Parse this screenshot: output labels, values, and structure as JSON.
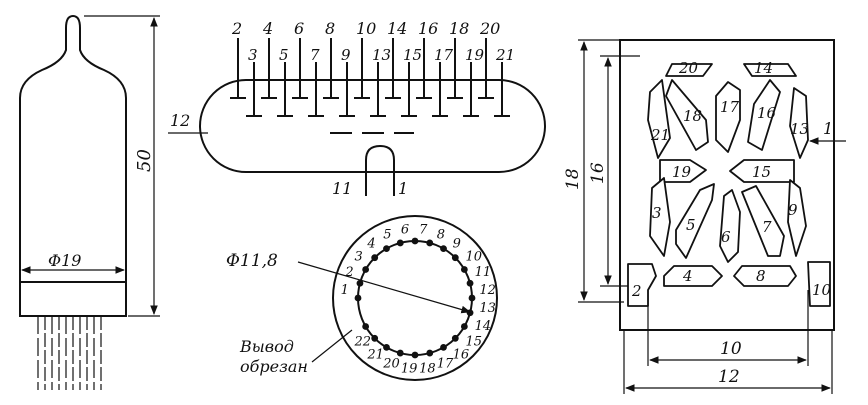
{
  "tube_side": {
    "height_label": "50",
    "diameter_label": "Φ19"
  },
  "tube_top": {
    "upper_pins": [
      "2",
      "4",
      "6",
      "8",
      "10",
      "14",
      "16",
      "18",
      "20"
    ],
    "lower_pins": [
      "3",
      "5",
      "7",
      "9",
      "13",
      "15",
      "17",
      "19",
      "21"
    ],
    "side_pin": "12",
    "bottom_pins": [
      "11",
      "1"
    ]
  },
  "base": {
    "diameter_label": "Φ11,8",
    "note_line1": "Вывод",
    "note_line2": "обрезан",
    "pin_numbers": [
      "1",
      "2",
      "3",
      "4",
      "5",
      "6",
      "7",
      "8",
      "9",
      "10",
      "11",
      "12",
      "13",
      "14",
      "15",
      "16",
      "17",
      "18",
      "19",
      "20",
      "21",
      "22"
    ]
  },
  "display": {
    "dims": {
      "height_outer": "18",
      "height_inner": "16",
      "width_inner": "10",
      "width_outer": "12"
    },
    "right_pin": "1",
    "segments": [
      "20",
      "14",
      "21",
      "18",
      "17",
      "16",
      "13",
      "19",
      "15",
      "3",
      "5",
      "6",
      "7",
      "9",
      "2",
      "4",
      "8",
      "10"
    ]
  }
}
